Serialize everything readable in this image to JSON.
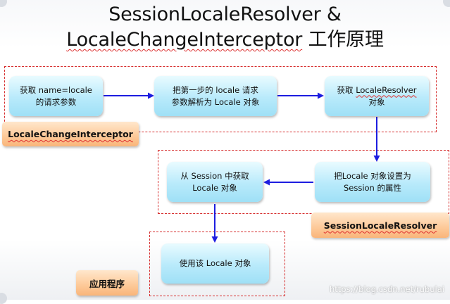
{
  "title": {
    "line1": "SessionLocaleResolver &",
    "line2_main": "LocaleChangeInterceptor",
    "line2_suffix": "工作原理"
  },
  "steps": {
    "s1": "获取 name=locale\n的请求参数",
    "s2": "把第一步的 locale 请求\n参数解析为 Locale 对象",
    "s3_prefix": "获取 ",
    "s3_link": "LocaleResolver",
    "s3_suffix": "\n对象",
    "s4": "把Locale 对象设置为\nSession 的属性",
    "s5": "从 Session 中获取\nLocale 对象",
    "s6": "使用该 Locale 对象"
  },
  "tags": {
    "interceptor": "LocaleChangeInterceptor",
    "resolver": "SessionLocaleResolver",
    "app": "应用程序"
  },
  "watermark": "https://blog.csdn.net/rubulai",
  "colors": {
    "arrow": "#1d1de0",
    "group_border": "#d62e2e",
    "box_fill": "#b8eafb",
    "tag_fill": "#fdc998"
  }
}
